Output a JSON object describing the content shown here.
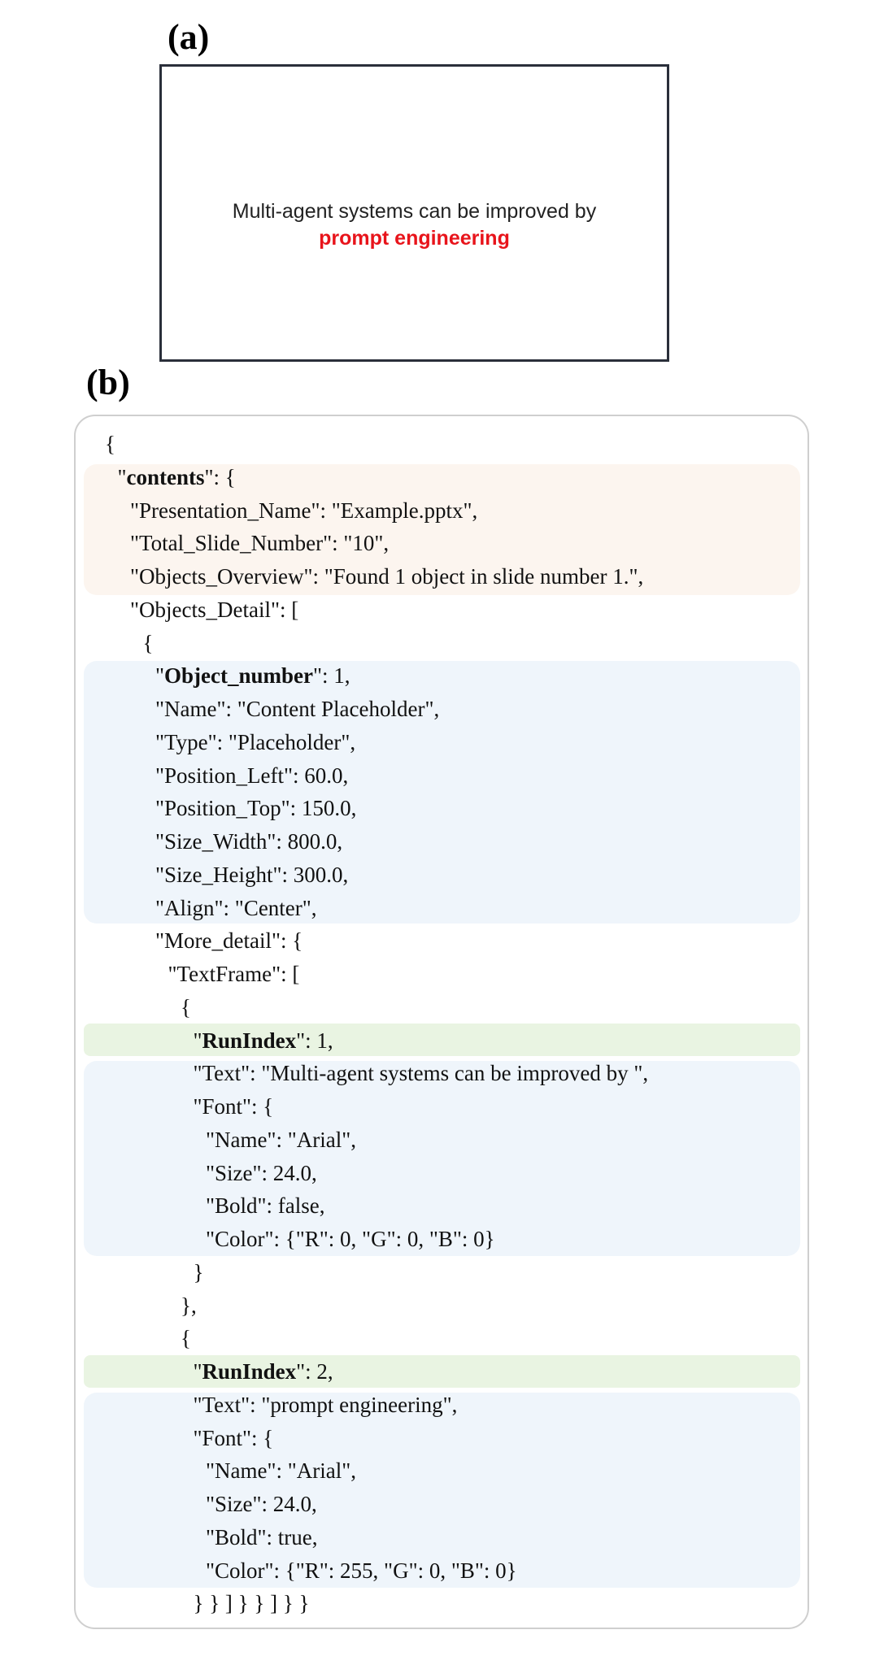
{
  "panels": {
    "a_label": "(a)",
    "b_label": "(b)"
  },
  "slide": {
    "text_run1": "Multi-agent systems can be improved by",
    "text_run2": "prompt engineering",
    "run2_color": "#e8141b"
  },
  "code_lines": [
    {
      "indent": 0,
      "parts": [
        {
          "t": "{"
        }
      ]
    },
    {
      "indent": 1,
      "parts": [
        {
          "t": "\""
        },
        {
          "t": "contents",
          "b": true
        },
        {
          "t": "\": {"
        }
      ]
    },
    {
      "indent": 2,
      "parts": [
        {
          "t": "\"Presentation_Name\": \"Example.pptx\","
        }
      ]
    },
    {
      "indent": 2,
      "parts": [
        {
          "t": "\"Total_Slide_Number\": \"10\","
        }
      ]
    },
    {
      "indent": 2,
      "parts": [
        {
          "t": "\"Objects_Overview\": \"Found 1 object in slide number 1.\","
        }
      ]
    },
    {
      "indent": 2,
      "parts": [
        {
          "t": "\"Objects_Detail\": ["
        }
      ]
    },
    {
      "indent": 3,
      "parts": [
        {
          "t": "{"
        }
      ]
    },
    {
      "indent": 4,
      "parts": [
        {
          "t": "\""
        },
        {
          "t": "Object_number",
          "b": true
        },
        {
          "t": "\": 1,"
        }
      ]
    },
    {
      "indent": 4,
      "parts": [
        {
          "t": "\"Name\": \"Content Placeholder\","
        }
      ]
    },
    {
      "indent": 4,
      "parts": [
        {
          "t": "\"Type\": \"Placeholder\","
        }
      ]
    },
    {
      "indent": 4,
      "parts": [
        {
          "t": "\"Position_Left\": 60.0,"
        }
      ]
    },
    {
      "indent": 4,
      "parts": [
        {
          "t": "\"Position_Top\": 150.0,"
        }
      ]
    },
    {
      "indent": 4,
      "parts": [
        {
          "t": "\"Size_Width\": 800.0,"
        }
      ]
    },
    {
      "indent": 4,
      "parts": [
        {
          "t": "\"Size_Height\": 300.0,"
        }
      ]
    },
    {
      "indent": 4,
      "parts": [
        {
          "t": "\"Align\": \"Center\","
        }
      ]
    },
    {
      "indent": 4,
      "parts": [
        {
          "t": "\"More_detail\": {"
        }
      ]
    },
    {
      "indent": 5,
      "parts": [
        {
          "t": "\"TextFrame\": ["
        }
      ]
    },
    {
      "indent": 6,
      "parts": [
        {
          "t": "{"
        }
      ]
    },
    {
      "indent": 7,
      "parts": [
        {
          "t": "\""
        },
        {
          "t": "RunIndex",
          "b": true
        },
        {
          "t": "\": 1,"
        }
      ]
    },
    {
      "indent": 7,
      "parts": [
        {
          "t": "\"Text\": \"Multi-agent systems can be improved by \","
        }
      ]
    },
    {
      "indent": 7,
      "parts": [
        {
          "t": "\"Font\": {"
        }
      ]
    },
    {
      "indent": 8,
      "parts": [
        {
          "t": "\"Name\": \"Arial\","
        }
      ]
    },
    {
      "indent": 8,
      "parts": [
        {
          "t": "\"Size\": 24.0,"
        }
      ]
    },
    {
      "indent": 8,
      "parts": [
        {
          "t": "\"Bold\": false,"
        }
      ]
    },
    {
      "indent": 8,
      "parts": [
        {
          "t": "\"Color\": {\"R\": 0, \"G\": 0, \"B\": 0}"
        }
      ]
    },
    {
      "indent": 7,
      "parts": [
        {
          "t": "}"
        }
      ]
    },
    {
      "indent": 6,
      "parts": [
        {
          "t": "},"
        }
      ]
    },
    {
      "indent": 6,
      "parts": [
        {
          "t": "{"
        }
      ]
    },
    {
      "indent": 7,
      "parts": [
        {
          "t": "\""
        },
        {
          "t": "RunIndex",
          "b": true
        },
        {
          "t": "\": 2,"
        }
      ]
    },
    {
      "indent": 7,
      "parts": [
        {
          "t": "\"Text\": \"prompt engineering\","
        }
      ]
    },
    {
      "indent": 7,
      "parts": [
        {
          "t": "\"Font\": {"
        }
      ]
    },
    {
      "indent": 8,
      "parts": [
        {
          "t": "\"Name\": \"Arial\","
        }
      ]
    },
    {
      "indent": 8,
      "parts": [
        {
          "t": "\"Size\": 24.0,"
        }
      ]
    },
    {
      "indent": 8,
      "parts": [
        {
          "t": "\"Bold\": true,"
        }
      ]
    },
    {
      "indent": 8,
      "parts": [
        {
          "t": "\"Color\": {\"R\": 255, \"G\": 0, \"B\": 0}"
        }
      ]
    },
    {
      "indent": 7,
      "parts": [
        {
          "t": "} } ] } } ] } }"
        }
      ]
    }
  ]
}
